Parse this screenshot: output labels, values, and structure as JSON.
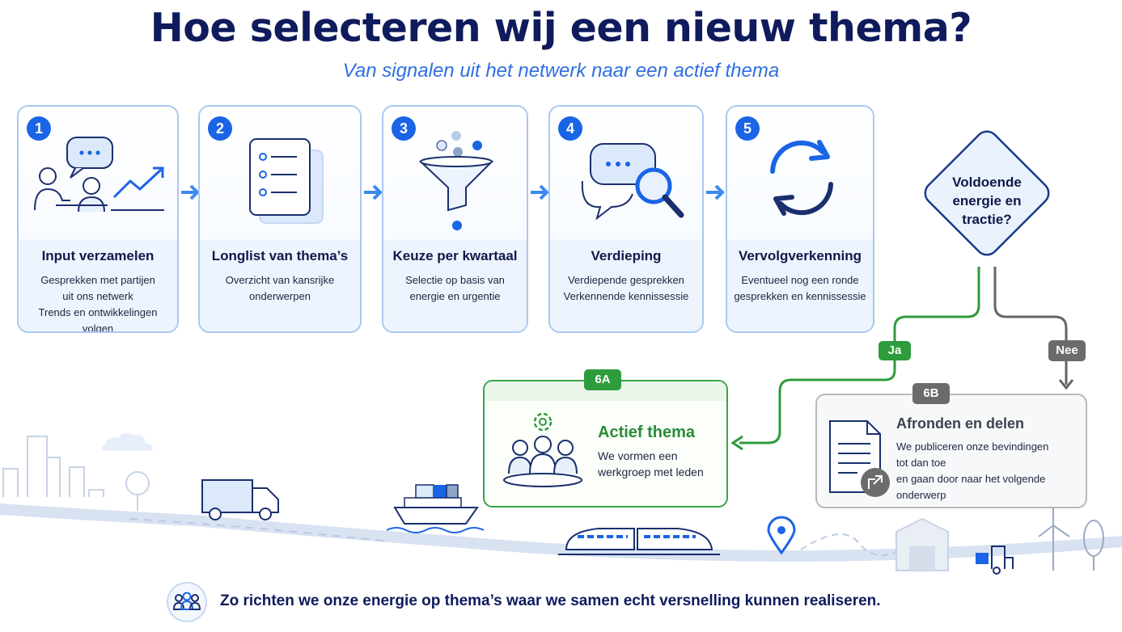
{
  "title": "Hoe selecteren wij een nieuw thema?",
  "subtitle": "Van signalen uit het netwerk naar een actief thema",
  "steps": [
    {
      "number": "1",
      "title": "Input verzamelen",
      "lines": [
        "Gesprekken met partijen",
        "uit ons netwerk",
        "Trends en ontwikkelingen volgen"
      ],
      "icon": "people-talking-chart-icon"
    },
    {
      "number": "2",
      "title": "Longlist van thema’s",
      "lines": [
        "Overzicht van kansrijke",
        "onderwerpen"
      ],
      "icon": "list-document-icon"
    },
    {
      "number": "3",
      "title": "Keuze per kwartaal",
      "lines": [
        "Selectie op basis van",
        "energie en urgentie"
      ],
      "icon": "funnel-icon"
    },
    {
      "number": "4",
      "title": "Verdieping",
      "lines": [
        "Verdiepende gesprekken",
        "Verkennende kennissessie"
      ],
      "icon": "chat-magnifier-icon"
    },
    {
      "number": "5",
      "title": "Vervolgverkenning",
      "lines": [
        "Eventueel nog een ronde",
        "gesprekken en kennissessie"
      ],
      "icon": "refresh-cycle-icon"
    }
  ],
  "decision": {
    "lines": [
      "Voldoende",
      "energie en",
      "tractie?"
    ]
  },
  "yes_label": "Ja",
  "no_label": "Nee",
  "outcome_a": {
    "badge": "6A",
    "title": "Actief thema",
    "lines": [
      "We vormen een",
      "werkgroep met leden"
    ],
    "icon": "team-gear-icon"
  },
  "outcome_b": {
    "badge": "6B",
    "title": "Afronden en delen",
    "lines": [
      "We publiceren onze bevindingen",
      "tot dan toe",
      "en gaan door naar het volgende",
      "onderwerp"
    ],
    "icon": "document-share-icon"
  },
  "footer": {
    "text": "Zo richten we onze energie op thema’s waar we samen echt versnelling kunnen realiseren.",
    "icon": "group-people-icon"
  },
  "colors": {
    "primary": "#1a64e6",
    "navy": "#0f1b5c",
    "green": "#3aa34a",
    "grey": "#6b6b6b"
  }
}
